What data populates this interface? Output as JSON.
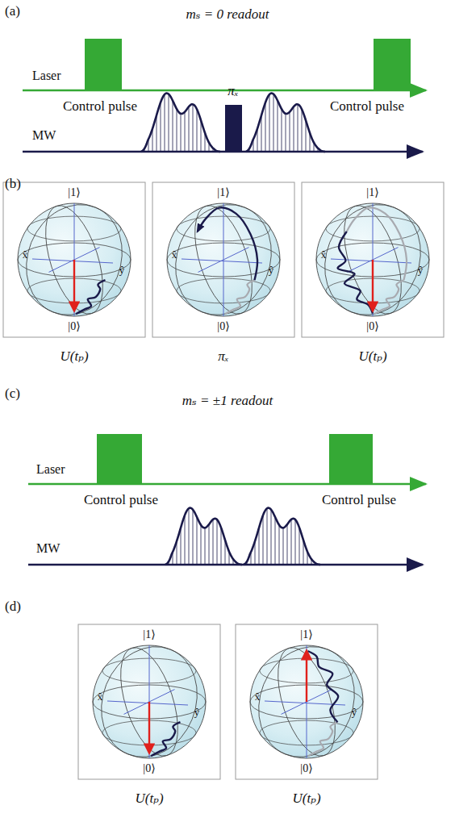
{
  "diagram": {
    "labels": [
      "(a)",
      "mₛ = 0 readout",
      "Laser",
      "MW",
      "Control pulse",
      "πₓ",
      "Control pulse",
      "(b)",
      "|1⟩",
      "x̂",
      "ŷ",
      "|0⟩",
      "|1⟩",
      "x̂",
      "ŷ",
      "|0⟩",
      "|1⟩",
      "x̂",
      "ŷ",
      "|0⟩",
      "U(tₚ)",
      "πₓ",
      "U(tₚ)",
      "(c)",
      "mₛ = ±1 readout",
      "Laser",
      "MW",
      "Control pulse",
      "Control pulse",
      "(d)",
      "|1⟩",
      "x̂",
      "ŷ",
      "|0⟩",
      "|1⟩",
      "x̂",
      "ŷ",
      "|0⟩",
      "U(tₚ)",
      "U(tₚ)"
    ]
  }
}
